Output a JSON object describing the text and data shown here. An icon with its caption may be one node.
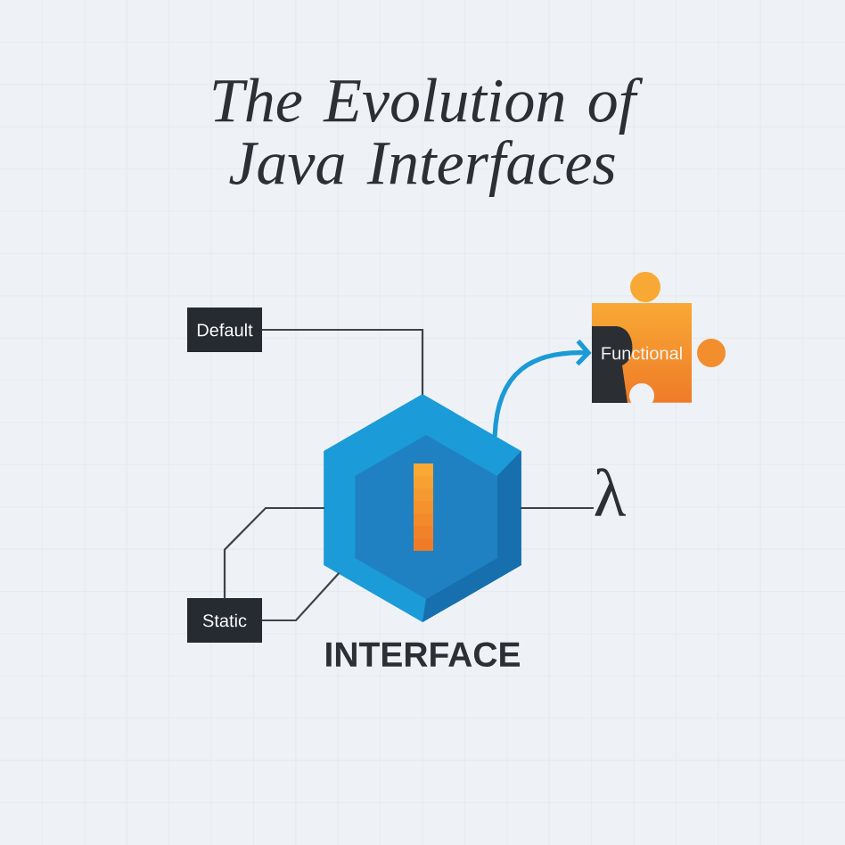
{
  "diagram": {
    "title": "The Evolution of Java Interfaces",
    "nodes": [
      {
        "text": [
          "Default"
        ]
      },
      {
        "text": [
          "Functional"
        ]
      },
      {
        "text": [
          "INTERFACE"
        ]
      },
      {
        "text": [
          "λ"
        ]
      },
      {
        "text": [
          "Static"
        ]
      }
    ],
    "edges": [
      {
        "from": 0,
        "to": 2,
        "arrow": "none"
      },
      {
        "from": 2,
        "to": 1,
        "arrow": "to",
        "style": "thick",
        "color": "#1b9ad6"
      },
      {
        "from": 2,
        "to": 3,
        "arrow": "none"
      },
      {
        "from": 4,
        "to": 2,
        "arrow": "none"
      },
      {
        "from": 4,
        "to": 2,
        "arrow": "none"
      }
    ]
  }
}
